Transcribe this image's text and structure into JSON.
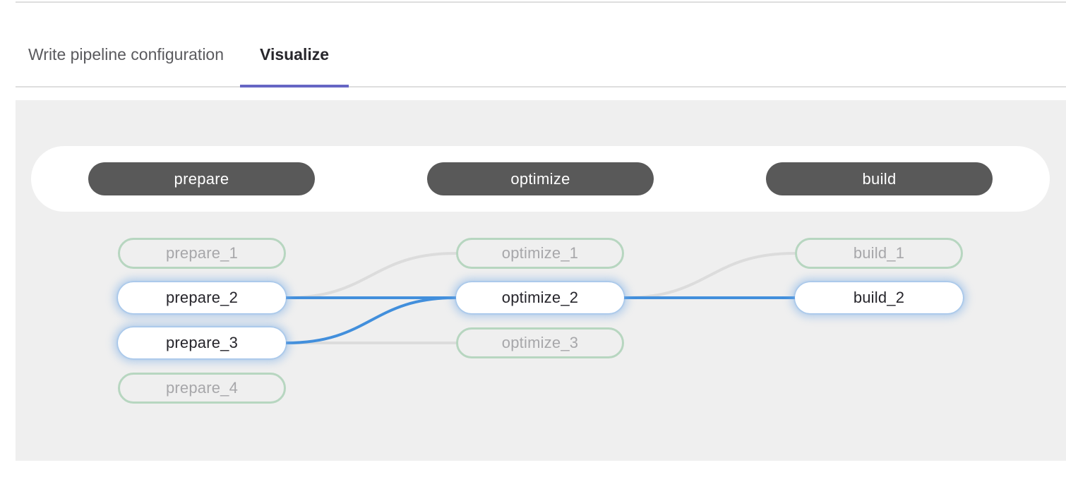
{
  "tabs": [
    {
      "label": "Write pipeline configuration",
      "active": false
    },
    {
      "label": "Visualize",
      "active": true
    }
  ],
  "colors": {
    "tab_indicator": "#6666c4",
    "stage_pill_bg": "#595959",
    "stage_pill_text": "#ffffff",
    "canvas_bg": "#efefef",
    "link_active": "#428fdc",
    "link_dimmed": "#dcdcdc",
    "job_dimmed_border": "#b7d6c0",
    "job_dimmed_text": "#a7a7aa",
    "job_active_text": "#26252b"
  },
  "pipeline": {
    "stages": [
      {
        "name": "prepare",
        "jobs": [
          {
            "name": "prepare_1",
            "state": "dimmed"
          },
          {
            "name": "prepare_2",
            "state": "highlighted"
          },
          {
            "name": "prepare_3",
            "state": "highlighted"
          },
          {
            "name": "prepare_4",
            "state": "dimmed"
          }
        ]
      },
      {
        "name": "optimize",
        "jobs": [
          {
            "name": "optimize_1",
            "state": "dimmed"
          },
          {
            "name": "optimize_2",
            "state": "highlighted"
          },
          {
            "name": "optimize_3",
            "state": "dimmed"
          }
        ]
      },
      {
        "name": "build",
        "jobs": [
          {
            "name": "build_1",
            "state": "dimmed"
          },
          {
            "name": "build_2",
            "state": "highlighted"
          }
        ]
      }
    ],
    "links": [
      {
        "from": "prepare_2",
        "to": "optimize_1",
        "state": "dimmed"
      },
      {
        "from": "prepare_3",
        "to": "optimize_3",
        "state": "dimmed"
      },
      {
        "from": "optimize_2",
        "to": "build_1",
        "state": "dimmed"
      },
      {
        "from": "prepare_2",
        "to": "optimize_2",
        "state": "active"
      },
      {
        "from": "prepare_3",
        "to": "optimize_2",
        "state": "active"
      },
      {
        "from": "optimize_2",
        "to": "build_2",
        "state": "active"
      }
    ]
  }
}
